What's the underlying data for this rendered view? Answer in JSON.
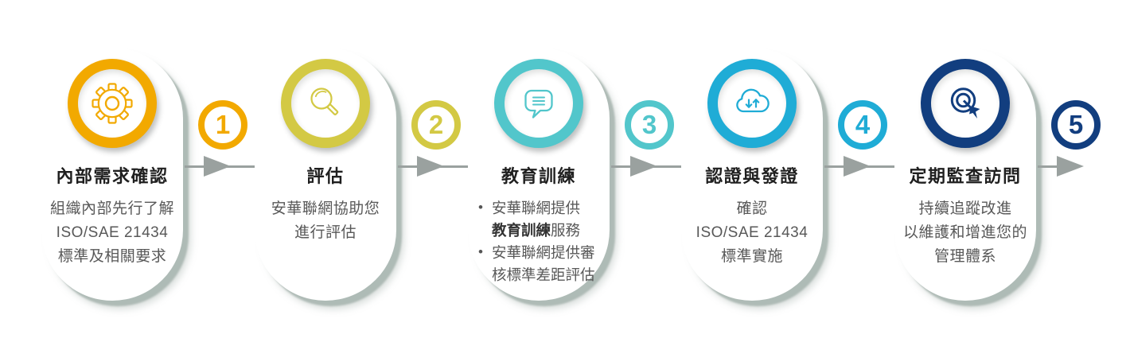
{
  "steps": [
    {
      "number": "1",
      "color": "#F2A900",
      "icon": "gear-icon",
      "title": "內部需求確認",
      "lines": [
        "組織內部先行了解",
        "ISO/SAE 21434",
        "標準及相關要求"
      ]
    },
    {
      "number": "2",
      "color": "#D3C944",
      "icon": "magnifier-icon",
      "title": "評估",
      "lines": [
        "安華聯網協助您",
        "進行評估"
      ]
    },
    {
      "number": "3",
      "color": "#52C6CB",
      "icon": "speech-bubble-icon",
      "title": "教育訓練",
      "bullets": {
        "b1_line1": "安華聯網提供",
        "b1_line2_bold": "教育訓練",
        "b1_line2_rest": "服務",
        "b2_line1": "安華聯網提供審",
        "b2_line2": "核標準差距評估"
      }
    },
    {
      "number": "4",
      "color": "#1FACD6",
      "icon": "cloud-sync-icon",
      "title": "認證與發證",
      "lines": [
        "確認",
        "ISO/SAE 21434",
        "標準實施"
      ]
    },
    {
      "number": "5",
      "color": "#123E7F",
      "icon": "target-arrow-icon",
      "title": "定期監查訪問",
      "lines": [
        "持續追蹤改進",
        "以維護和增進您的",
        "管理體系"
      ]
    }
  ],
  "bullet_marker": "•",
  "colors": {
    "connector_arrow": "#9AA19F",
    "card_shadow": "#AEB9B4",
    "title_text": "#1F1F1F",
    "body_text": "#585858",
    "background": "#FFFFFF"
  }
}
